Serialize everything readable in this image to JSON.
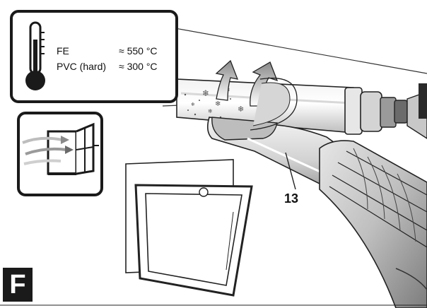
{
  "temperatures": [
    {
      "material": "FE",
      "value": "≈ 550 °C"
    },
    {
      "material": "PVC (hard)",
      "value": "≈ 300 °C"
    }
  ],
  "callout_label": "13",
  "figure_letter": "F",
  "icons": {
    "thermometer": "thermometer-icon",
    "ventilation": "open-window-ventilation-icon"
  },
  "colors": {
    "stroke": "#1a1a1a",
    "tube": "#cfcfcf",
    "shadow": "#9a9a9a",
    "badge": "#1a1a1a"
  }
}
